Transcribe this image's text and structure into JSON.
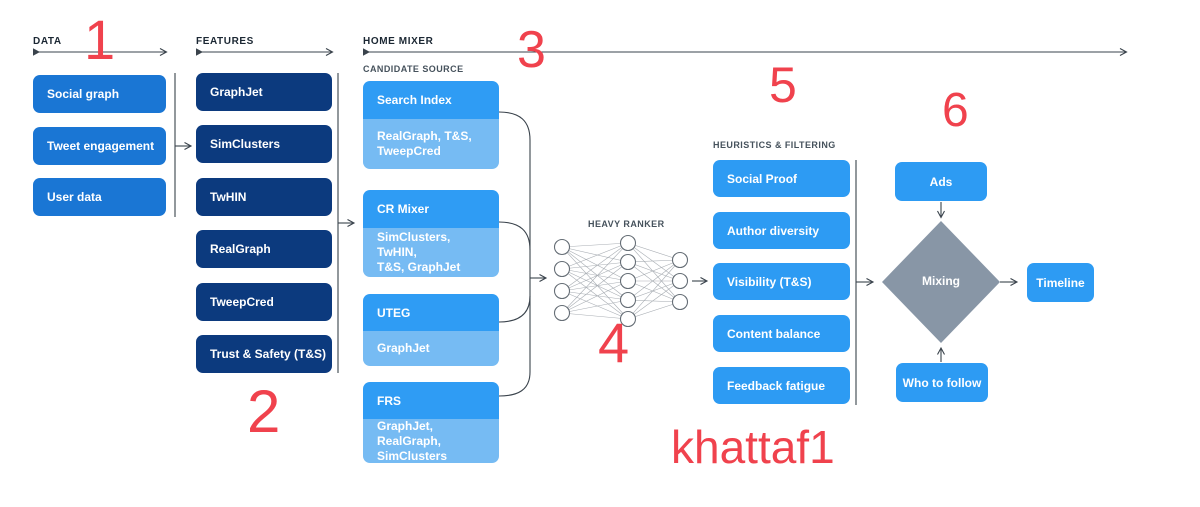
{
  "colors": {
    "data_box": "#1a76d4",
    "feature_box": "#0c3a7e",
    "candidate_header": "#2f9cf4",
    "candidate_sub": "#76bbf3",
    "heuristic_box": "#2d9bf3",
    "output_box": "#2d9bf3",
    "diamond": "#8896a6",
    "line": "#3a434c",
    "nn_edge": "#a9aeb4",
    "nn_stroke": "#666e76",
    "annotation_red": "#f0424d",
    "header_label": "#1b2733",
    "sub_label": "#46525c"
  },
  "headers": {
    "data": "DATA",
    "features": "FEATURES",
    "home_mixer": "HOME MIXER"
  },
  "data_sources": {
    "items": [
      "Social graph",
      "Tweet engagement",
      "User data"
    ]
  },
  "features": {
    "items": [
      "GraphJet",
      "SimClusters",
      "TwHIN",
      "RealGraph",
      "TweepCred",
      "Trust & Safety (T&S)"
    ]
  },
  "candidate_source": {
    "label": "CANDIDATE SOURCE",
    "items": [
      {
        "name": "Search Index",
        "uses": "RealGraph, T&S,\nTweepCred"
      },
      {
        "name": "CR Mixer",
        "uses": "SimClusters, TwHIN,\nT&S, GraphJet"
      },
      {
        "name": "UTEG",
        "uses": "GraphJet"
      },
      {
        "name": "FRS",
        "uses": "GraphJet, RealGraph,\nSimClusters"
      }
    ]
  },
  "heavy_ranker": {
    "label": "HEAVY RANKER"
  },
  "heuristics": {
    "label": "HEURISTICS & FILTERING",
    "items": [
      "Social Proof",
      "Author diversity",
      "Visibility (T&S)",
      "Content balance",
      "Feedback fatigue"
    ]
  },
  "mixing": {
    "ads": "Ads",
    "diamond": "Mixing",
    "who_to_follow": "Who to follow",
    "timeline": "Timeline"
  },
  "annotations": {
    "n1": "1",
    "n2": "2",
    "n3": "3",
    "n4": "4",
    "n5": "5",
    "n6": "6",
    "watermark": "khattaf1"
  }
}
